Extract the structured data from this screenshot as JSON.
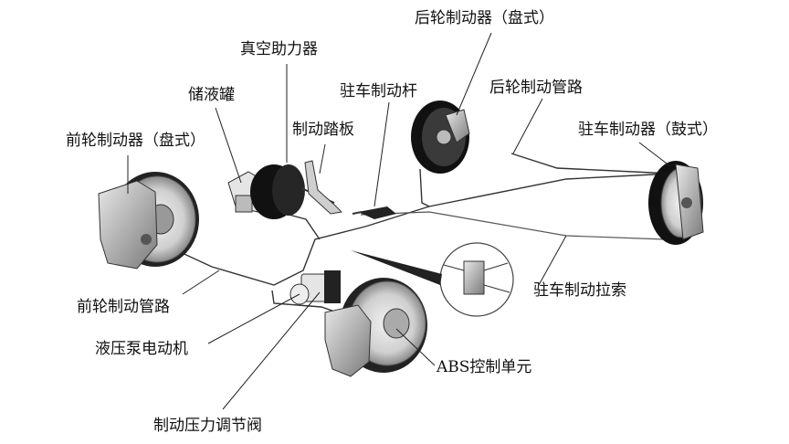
{
  "labels": {
    "rear_disc_brake": "后轮制动器（盘式）",
    "vacuum_booster": "真空助力器",
    "reservoir": "储液罐",
    "parking_lever": "驻车制动杆",
    "rear_brake_line": "后轮制动管路",
    "brake_pedal": "制动踏板",
    "front_disc_brake": "前轮制动器（盘式）",
    "parking_drum_brake": "驻车制动器（鼓式）",
    "parking_cable": "驻车制动拉索",
    "front_brake_line": "前轮制动管路",
    "pump_motor": "液压泵电动机",
    "abs_unit": "ABS控制单元",
    "pressure_valve": "制动压力调节阀"
  }
}
